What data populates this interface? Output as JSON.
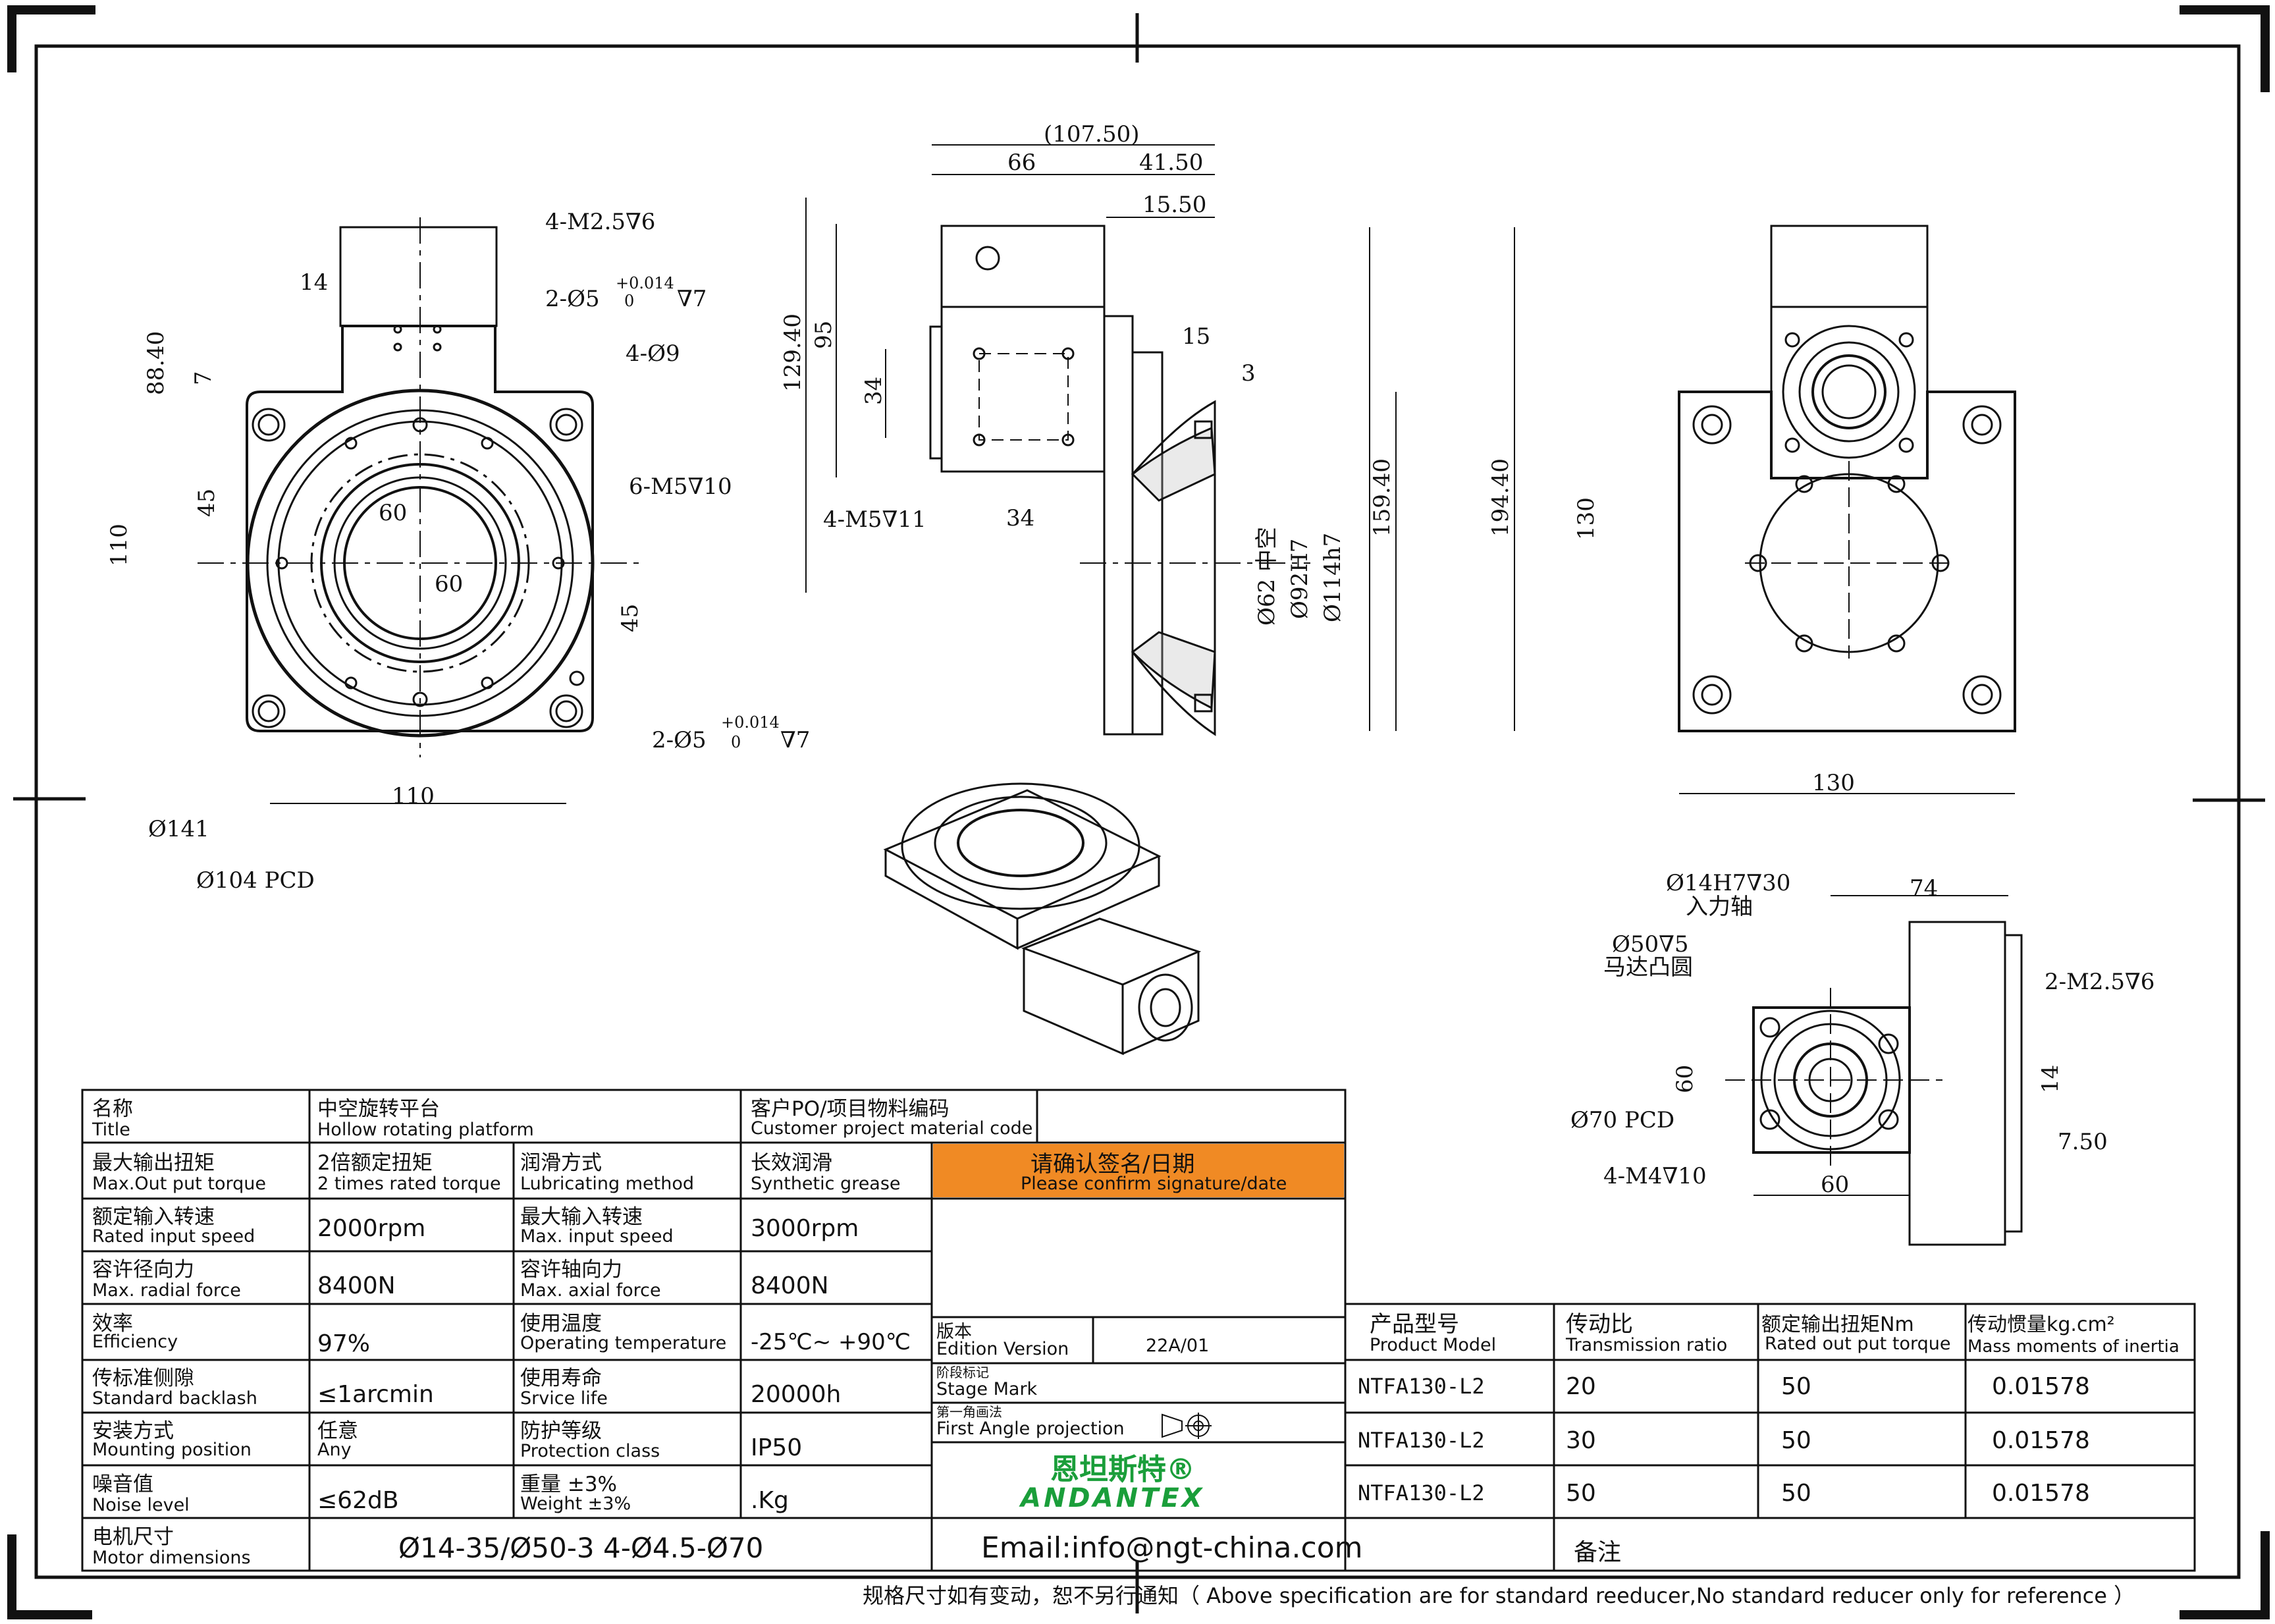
{
  "dims": {
    "front": {
      "m25": "4-M2.5∇6",
      "d5a": "2-Ø5",
      "tol_up": "+0.014",
      "tol_lo": "0",
      "depth7": "∇7",
      "d9": "4-Ø9",
      "m5": "6-M5∇10",
      "d14": "14",
      "d88": "88.40",
      "d7": "7",
      "d45a": "45",
      "d110v": "110",
      "d60a": "60",
      "d60b": "60",
      "d45b": "45",
      "d5b": "2-Ø5",
      "d110h": "110",
      "d141": "Ø141",
      "d104": "Ø104 PCD"
    },
    "side": {
      "d107": "(107.50)",
      "d66": "66",
      "d41": "41.50",
      "d15_5": "15.50",
      "d15": "15",
      "d3": "3",
      "d129": "129.40",
      "d95": "95",
      "d34v": "34",
      "m5": "4-M5∇11",
      "d34h": "34",
      "d62": "Ø62 中空",
      "d92": "Ø92H7",
      "d114": "Ø114h7",
      "d159": "159.40"
    },
    "right": {
      "d194": "194.40",
      "d130v": "130",
      "d130h": "130"
    },
    "motor": {
      "d14h7": "Ø14H7∇30",
      "input": "入力轴",
      "d74": "74",
      "d50": "Ø50∇5",
      "flange": "马达凸圆",
      "m25": "2-M2.5∇6",
      "d60v": "60",
      "d14": "14",
      "d70": "Ø70 PCD",
      "d750": "7.50",
      "m4": "4-M4∇10",
      "d60h": "60"
    }
  },
  "title_block": {
    "name_cn": "名称",
    "name_en": "Title",
    "title_cn": "中空旋转平台",
    "title_en": "Hollow rotating platform",
    "po_cn": "客户PO/项目物料编码",
    "po_en": "Customer project material code",
    "torque_cn": "最大输出扭矩",
    "torque_en": "Max.Out put torque",
    "torque_val_cn": "2倍额定扭矩",
    "torque_val_en": "2 times rated torque",
    "lub_cn": "润滑方式",
    "lub_en": "Lubricating method",
    "lub_val_cn": "长效润滑",
    "lub_val_en": "Synthetic grease",
    "confirm_cn": "请确认签名/日期",
    "confirm_en": "Please confirm signature/date",
    "rin_cn": "额定输入转速",
    "rin_en": "Rated input speed",
    "rin_val": "2000rpm",
    "min_cn": "最大输入转速",
    "min_en": "Max. input speed",
    "min_val": "3000rpm",
    "rad_cn": "容许径向力",
    "rad_en": "Max. radial force",
    "rad_val": "8400N",
    "ax_cn": "容许轴向力",
    "ax_en": "Max. axial force",
    "ax_val": "8400N",
    "eff_cn": "效率",
    "eff_en": "Efficiency",
    "eff_val": "97%",
    "temp_cn": "使用温度",
    "temp_en": "Operating temperature",
    "temp_val": "-25℃~ +90℃",
    "bl_cn": "传标准侧隙",
    "bl_en": "Standard backlash",
    "bl_val": "≤1arcmin",
    "life_cn": "使用寿命",
    "life_en": "Srvice life",
    "life_val": "20000h",
    "mount_cn": "安装方式",
    "mount_en": "Mounting position",
    "mount_val_cn": "任意",
    "mount_val_en": "Any",
    "prot_cn": "防护等级",
    "prot_en": "Protection class",
    "prot_val": "IP50",
    "noise_cn": "噪音值",
    "noise_en": "Noise level",
    "noise_val": "≤62dB",
    "wt_cn": "重量 ±3%",
    "wt_en": "Weight ±3%",
    "wt_val": ".Kg",
    "motor_cn": "电机尺寸",
    "motor_en": "Motor dimensions",
    "motor_val": "Ø14-35/Ø50-3  4-Ø4.5-Ø70",
    "ver_cn": "版本",
    "ver_en": "Edition Version",
    "ver_val": "22A/01",
    "stage_cn": "阶段标记",
    "stage_en": "Stage Mark",
    "proj_cn": "第一角画法",
    "proj_en": "First Angle projection",
    "logo_cn": "恩坦斯特®",
    "logo_en": "ANDANTEX",
    "email": "Email:info@ngt-china.com",
    "remark": "备注",
    "footer": "规格尺寸如有变动，恕不另行通知（ Above specification are for standard reeducer,No standard reducer only for reference ）"
  },
  "spec_table": {
    "headers": [
      {
        "cn": "产品型号",
        "en": "Product Model"
      },
      {
        "cn": "传动比",
        "en": "Transmission ratio"
      },
      {
        "cn": "额定输出扭矩Nm",
        "en": "Rated out put torque"
      },
      {
        "cn": "传动惯量kg.cm²",
        "en": "Mass moments of inertia"
      }
    ],
    "rows": [
      [
        "NTFA130-L2",
        "20",
        "50",
        "0.01578"
      ],
      [
        "NTFA130-L2",
        "30",
        "50",
        "0.01578"
      ],
      [
        "NTFA130-L2",
        "50",
        "50",
        "0.01578"
      ]
    ]
  },
  "colors": {
    "confirm_bg": "#f08a24",
    "logo": "#1a9e3a",
    "line": "#111111"
  }
}
